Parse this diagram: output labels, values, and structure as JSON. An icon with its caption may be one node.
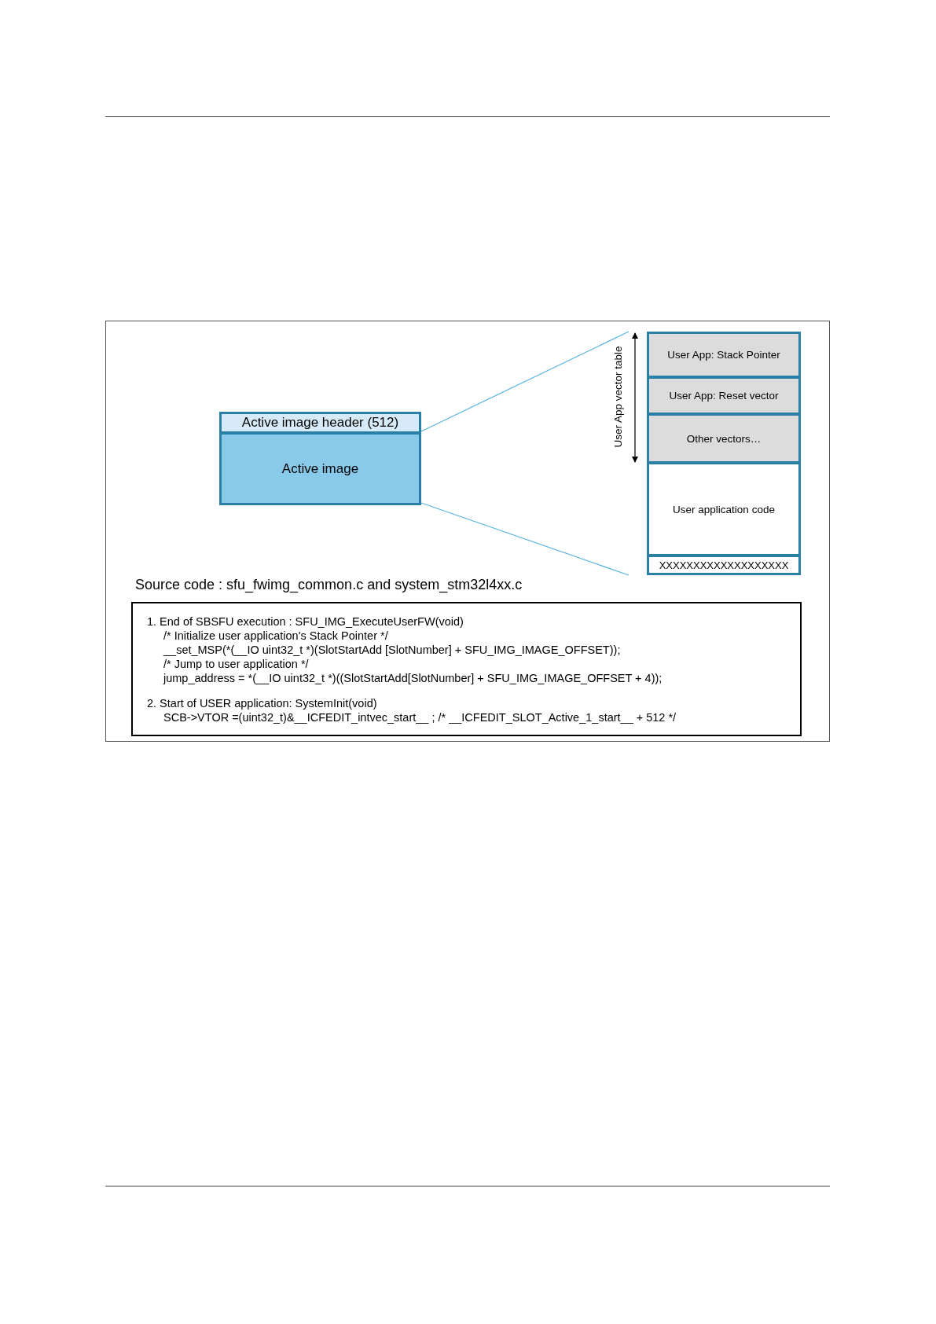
{
  "diagram": {
    "nodes": [
      {
        "text": [
          "Active image header (512)"
        ]
      },
      {
        "text": [
          "Active image"
        ]
      },
      {
        "text": [
          "User App: Stack Pointer"
        ]
      },
      {
        "text": [
          "User App: Reset vector"
        ]
      },
      {
        "text": [
          "Other vectors…"
        ]
      },
      {
        "text": [
          "User application code"
        ]
      },
      {
        "text": [
          "XXXXXXXXXXXXXXXXXXX"
        ]
      },
      {
        "beside": [
          "Source code : sfu_fwimg_common.c and system_stm32l4xx.c"
        ],
        "text": [
          "1. End of SBSFU execution : SFU_IMG_ExecuteUserFW(void)",
          "/* Initialize user application's Stack Pointer */",
          "__set_MSP(*(__IO uint32_t *)(SlotStartAdd [SlotNumber] + SFU_IMG_IMAGE_OFFSET));",
          "/* Jump to user application */",
          "jump_address = *(__IO uint32_t *)((SlotStartAdd[SlotNumber] + SFU_IMG_IMAGE_OFFSET + 4));",
          "2. Start of USER application: SystemInit(void)",
          "SCB->VTOR =(uint32_t)&__ICFEDIT_intvec_start__ ; /* __ICFEDIT_SLOT_Active_1_start__ + 512 */"
        ]
      }
    ],
    "edges": [
      {
        "from": 0,
        "to": null,
        "arrow": "none"
      },
      {
        "from": 1,
        "to": null,
        "arrow": "none"
      },
      {
        "from": 2,
        "to": 4,
        "arrow": "both",
        "color": "#000000"
      }
    ],
    "labels": [
      "User App vector table"
    ]
  }
}
